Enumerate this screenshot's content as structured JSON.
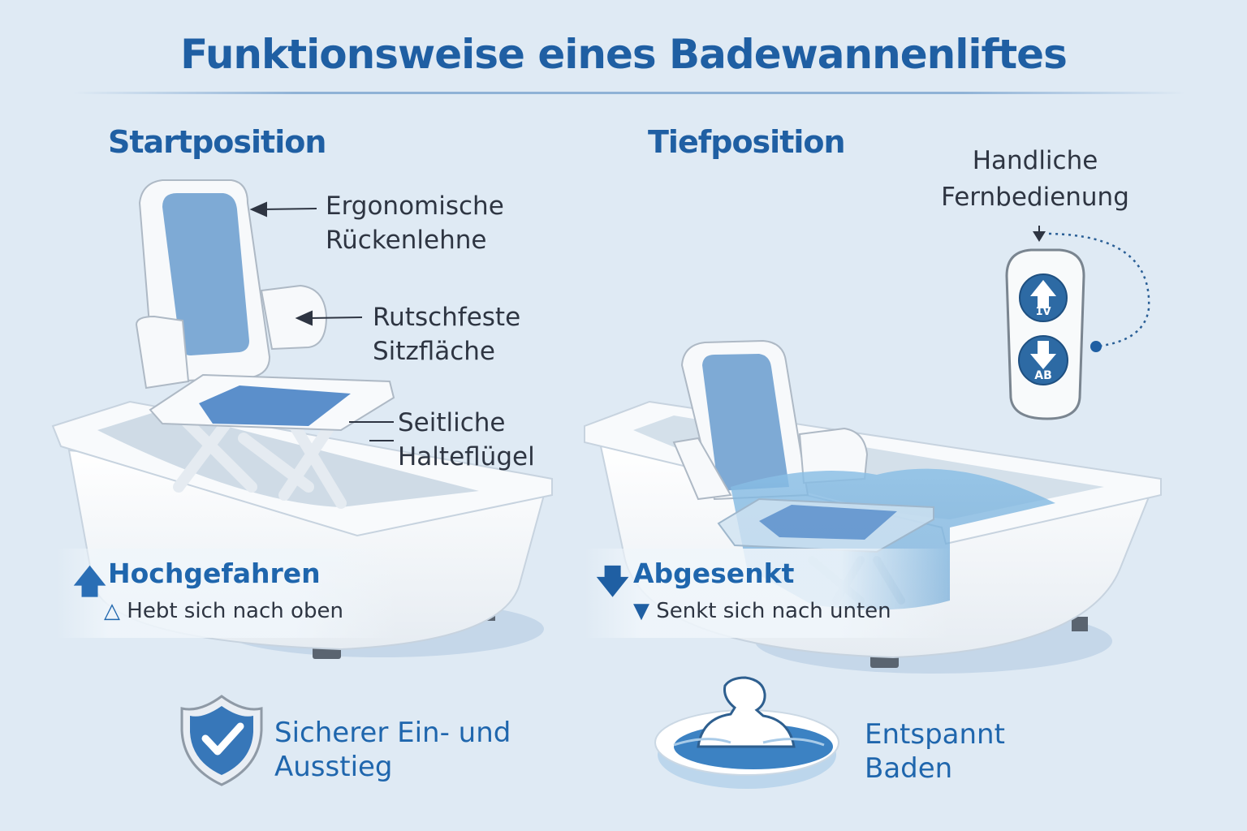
{
  "title": "Funktionsweise eines Badewannenliftes",
  "left": {
    "heading": "Startposition",
    "labels": [
      {
        "line1": "Ergonomische",
        "line2": "Rückenlehne"
      },
      {
        "line1": "Rutschfeste",
        "line2": "Sitzfläche"
      },
      {
        "line1": "Seitliche",
        "line2": "Halteflügel"
      }
    ],
    "status_title": "Hochgefahren",
    "status_sub": "Hebt sich nach oben",
    "benefit_line1": "Sicherer Ein- und",
    "benefit_line2": "Ausstieg"
  },
  "right": {
    "heading": "Tiefposition",
    "remote_label_line1": "Handliche",
    "remote_label_line2": "Fernbedienung",
    "remote_buttons": {
      "up": "1V",
      "down": "AB"
    },
    "status_title": "Abgesenkt",
    "status_sub": "Senkt sich nach unten",
    "benefit_line1": "Entspannt",
    "benefit_line2": "Baden"
  },
  "colors": {
    "accent": "#1f5fa3",
    "seat_blue": "#6f9fcf",
    "background": "#dfeaf4"
  }
}
